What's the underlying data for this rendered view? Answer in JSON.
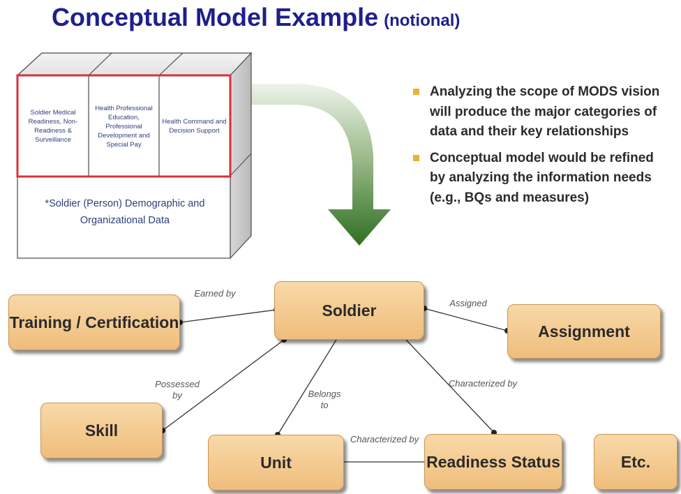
{
  "title": {
    "main": "Conceptual Model Example",
    "sub": "(notional)"
  },
  "cube": {
    "cells": [
      "Soldier Medical Readiness, Non-Readiness & Surveillance",
      "Health Professional Education, Professional Development and Special Pay",
      "Health Command and Decision Support"
    ],
    "base_label": "*Soldier (Person) Demographic and Organizational Data"
  },
  "bullets": [
    "Analyzing the scope of MODS vision will produce the major categories of data and their key relationships",
    "Conceptual model would be refined by analyzing the information needs (e.g., BQs and measures)"
  ],
  "entities": {
    "soldier": "Soldier",
    "training": "Training / Certification",
    "assignment": "Assignment",
    "skill": "Skill",
    "unit": "Unit",
    "readiness": "Readiness Status",
    "etc": "Etc."
  },
  "relationships": {
    "earned_by": "Earned by",
    "assigned": "Assigned",
    "possessed_by": "Possessed by",
    "belongs_to": "Belongs to",
    "characterized_by_readiness": "Characterized by",
    "characterized_by_unit": "Characterized by"
  },
  "colors": {
    "title": "#1f1f8c",
    "node_fill_top": "#f8d9a8",
    "node_fill_bottom": "#efbd7c",
    "highlight_border": "#d9303a",
    "bullet_mark": "#f0b030",
    "arrow": "#3a7a2a"
  }
}
